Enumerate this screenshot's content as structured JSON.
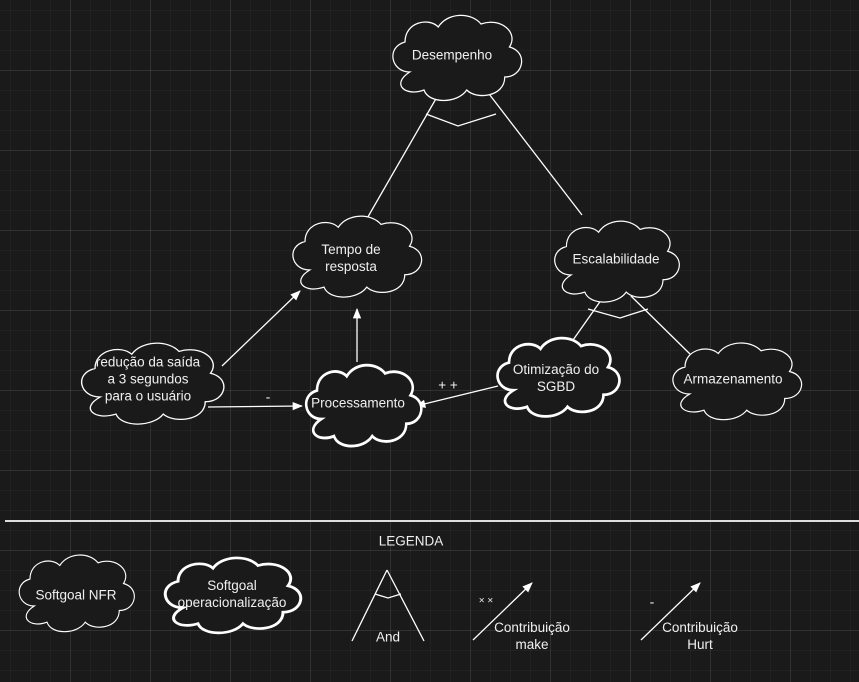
{
  "nodes": {
    "desempenho": "Desempenho",
    "tempo_resposta": "Tempo de\nresposta",
    "escalabilidade": "Escalabilidade",
    "reducao": "redução da saída\na 3 segundos\npara o usuário",
    "processamento": "Processamento",
    "otimizacao": "Otimização do\nSGBD",
    "armazenamento": "Armazenamento"
  },
  "edges": {
    "hurt_label": "-",
    "make_label": "+ +"
  },
  "legend": {
    "title": "LEGENDA",
    "softgoal_nfr": "Softgoal NFR",
    "softgoal_op": "Softgoal\noperacionalização",
    "and": "And",
    "make_symbol": "× ×",
    "make": "Contribuição\nmake",
    "hurt_symbol": "-",
    "hurt": "Contribuição\nHurt"
  }
}
